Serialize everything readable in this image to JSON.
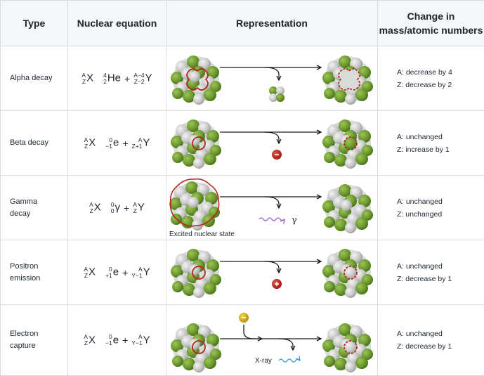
{
  "headers": {
    "type": "Type",
    "equation": "Nuclear equation",
    "representation": "Representation",
    "change_line1": "Change in",
    "change_line2": "mass/atomic numbers"
  },
  "rows": [
    {
      "type": "Alpha decay",
      "eq": {
        "p": {
          "a": "A",
          "z": "Z",
          "s": "X"
        },
        "e": {
          "a": "4",
          "z": "2",
          "s": "He"
        },
        "d": {
          "a": "A−4",
          "z": "Z−2",
          "s": "Y"
        }
      },
      "change": {
        "a": "A: decrease by 4",
        "z": "Z: decrease by 2"
      }
    },
    {
      "type": "Beta decay",
      "eq": {
        "p": {
          "a": "A",
          "z": "Z",
          "s": "X"
        },
        "e": {
          "a": "0",
          "z": "−1",
          "s": "e"
        },
        "d": {
          "a": "A",
          "z": "Z+1",
          "s": "Y"
        }
      },
      "change": {
        "a": "A: unchanged",
        "z": "Z: increase by 1"
      }
    },
    {
      "type_line1": "Gamma",
      "type_line2": "decay",
      "eq": {
        "p": {
          "a": "A",
          "z": "Z",
          "s": "X"
        },
        "e": {
          "a": "0",
          "z": "0",
          "s": "γ"
        },
        "d": {
          "a": "A",
          "z": "Z",
          "s": "Y"
        }
      },
      "caption": "Excited nuclear state",
      "gamma_symbol": "γ",
      "change": {
        "a": "A: unchanged",
        "z": "Z: unchanged"
      }
    },
    {
      "type_line1": "Positron",
      "type_line2": "emission",
      "eq": {
        "p": {
          "a": "A",
          "z": "Z",
          "s": "X"
        },
        "e": {
          "a": "0",
          "z": "+1",
          "s": "e"
        },
        "d": {
          "a": "A",
          "z": "Y−1",
          "s": "Y"
        }
      },
      "change": {
        "a": "A: unchanged",
        "z": "Z: decrease by 1"
      }
    },
    {
      "type_line1": "Electron",
      "type_line2": "capture",
      "eq": {
        "p": {
          "a": "A",
          "z": "Z",
          "s": "X"
        },
        "e": {
          "a": "0",
          "z": "−1",
          "s": "e"
        },
        "d": {
          "a": "A",
          "z": "Y−1",
          "s": "Y"
        }
      },
      "xray_label": "X-ray",
      "change": {
        "a": "A: unchanged",
        "z": "Z: decrease by 1"
      }
    }
  ],
  "colors": {
    "green": "#6e9a2e",
    "grey": "#c4c6c4",
    "red": "#b3261e",
    "electron_yellow": "#d7a912",
    "gamma_purple": "#a259d9",
    "xray_blue": "#2e9ee6",
    "border": "#d7dbe0"
  }
}
